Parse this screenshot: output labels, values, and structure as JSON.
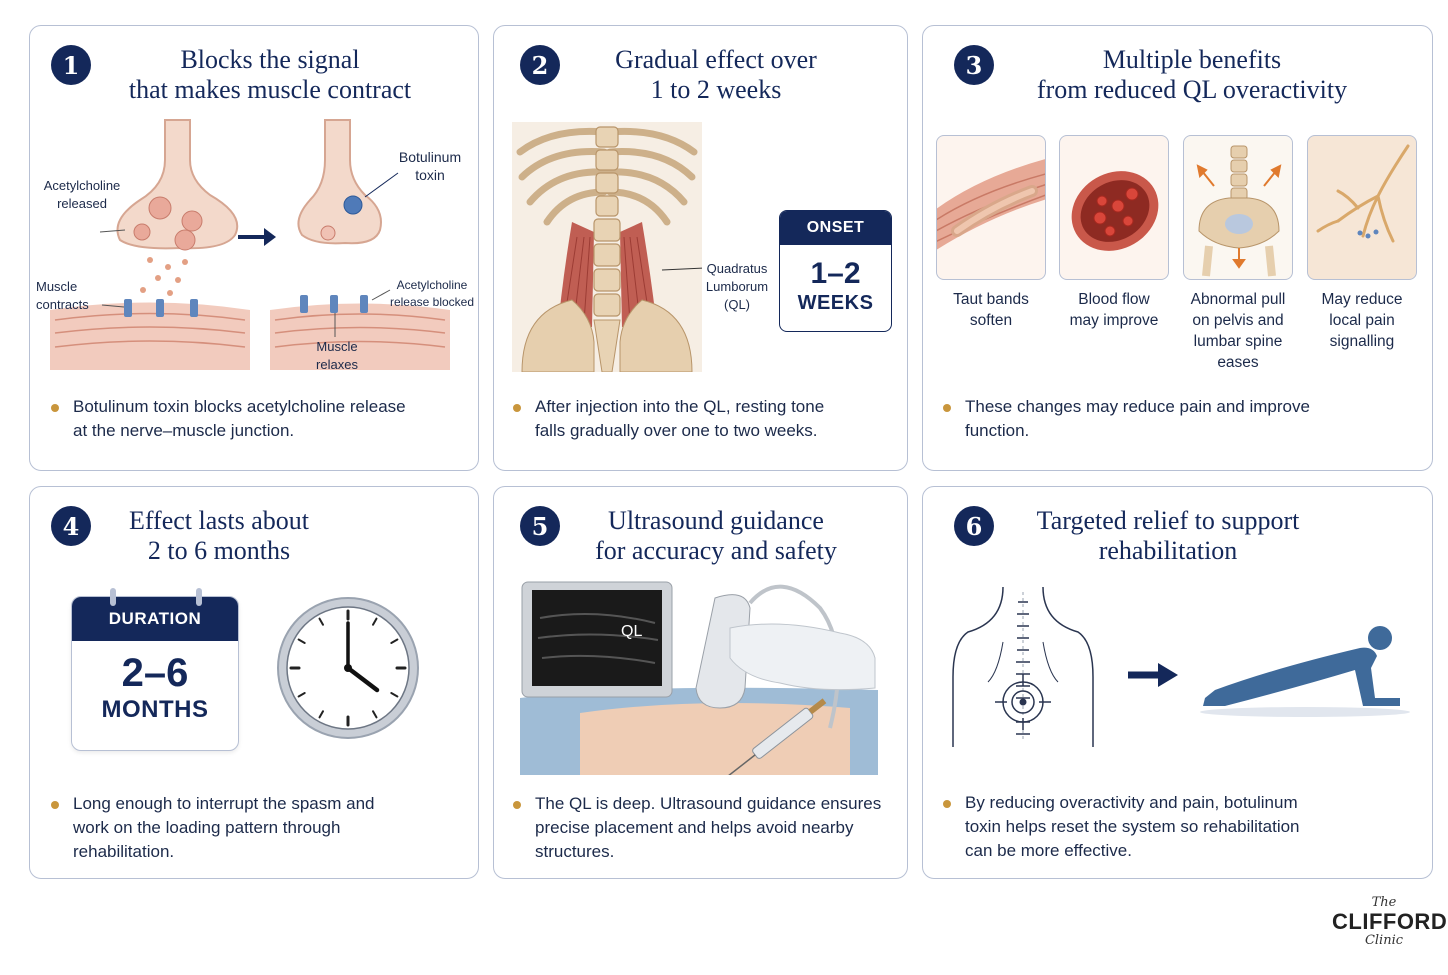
{
  "colors": {
    "navy": "#14285a",
    "border": "#b7c0d4",
    "bullet": "#c9963c",
    "muscle": "#b84a3f",
    "bone": "#e8d3b4"
  },
  "panels": [
    {
      "number": "1",
      "title_lines": [
        "Blocks the signal",
        "that makes muscle contract"
      ],
      "labels": {
        "ach_released": [
          "Acetylcholine",
          "released"
        ],
        "botulinum": [
          "Botulinum",
          "toxin"
        ],
        "muscle_contracts": [
          "Muscle",
          "contracts"
        ],
        "ach_blocked": [
          "Acetylcholine",
          "release blocked"
        ],
        "muscle_relaxes": [
          "Muscle",
          "relaxes"
        ]
      },
      "bullet_lines": [
        "Botulinum toxin blocks acetylcholine release",
        "at the nerve–muscle junction."
      ]
    },
    {
      "number": "2",
      "title_lines": [
        "Gradual effect over",
        "1 to 2 weeks"
      ],
      "labels": {
        "ql": [
          "Quadratus",
          "Lumborum",
          "(QL)"
        ]
      },
      "onset": {
        "header": "ONSET",
        "value": "1–2",
        "unit": "WEEKS"
      },
      "bullet_lines": [
        "After injection into the QL, resting tone",
        "falls gradually over one to two weeks."
      ]
    },
    {
      "number": "3",
      "title_lines": [
        "Multiple benefits",
        "from reduced QL overactivity"
      ],
      "benefits": [
        {
          "icon": "taut-band-icon",
          "lines": [
            "Taut bands",
            "soften"
          ]
        },
        {
          "icon": "blood-vessel-icon",
          "lines": [
            "Blood flow",
            "may improve"
          ]
        },
        {
          "icon": "pelvis-spine-icon",
          "lines": [
            "Abnormal pull",
            "on pelvis and",
            "lumbar spine",
            "eases"
          ]
        },
        {
          "icon": "nerve-icon",
          "lines": [
            "May reduce",
            "local pain",
            "signalling"
          ]
        }
      ],
      "bullet_lines": [
        "These changes may reduce pain and improve",
        "function."
      ]
    },
    {
      "number": "4",
      "title_lines": [
        "Effect lasts about",
        "2 to 6 months"
      ],
      "duration": {
        "header": "DURATION",
        "value": "2–6",
        "unit": "MONTHS"
      },
      "bullet_lines": [
        "Long enough to interrupt the spasm and",
        "work on the loading pattern through",
        "rehabilitation."
      ]
    },
    {
      "number": "5",
      "title_lines": [
        "Ultrasound guidance",
        "for accuracy and safety"
      ],
      "labels": {
        "screen": "QL"
      },
      "bullet_lines": [
        "The QL is deep. Ultrasound guidance ensures",
        "precise placement and helps avoid nearby",
        "structures."
      ]
    },
    {
      "number": "6",
      "title_lines": [
        "Targeted relief to support",
        "rehabilitation"
      ],
      "bullet_lines": [
        "By reducing overactivity and pain, botulinum",
        "toxin helps reset the system so rehabilitation",
        "can be more effective."
      ]
    }
  ],
  "logo": {
    "top": "The",
    "main": "CLIFFORD",
    "bottom": "Clinic"
  }
}
